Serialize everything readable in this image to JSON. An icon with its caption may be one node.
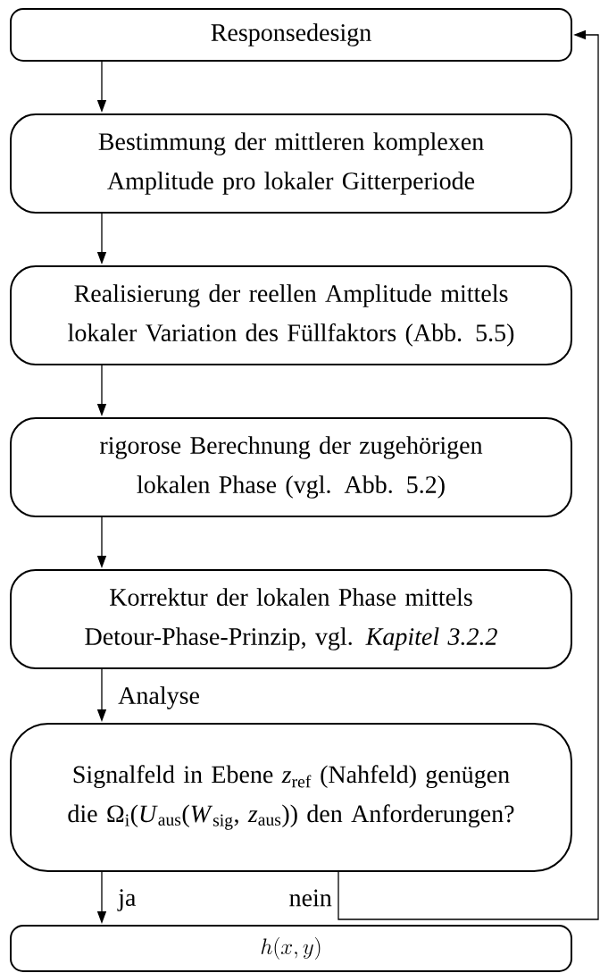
{
  "diagram": {
    "nodes": [
      {
        "text": [
          "Responsedesign"
        ]
      },
      {
        "text": [
          "Bestimmung der mittleren komplexen Amplitude pro lokaler Gitterperiode"
        ]
      },
      {
        "text": [
          "Realisierung der reellen Amplitude mittels lokaler Variation des Füllfaktors (Abb. 5.5)"
        ]
      },
      {
        "text": [
          "rigorose Berechnung der zugehörigen lokalen Phase (vgl. Abb. 5.2)"
        ]
      },
      {
        "text": [
          "Korrektur der lokalen Phase mittels Detour-Phase-Prinzip, vgl. *Kapitel 3.2.2*"
        ]
      },
      {
        "text": [
          "Signalfeld in Ebene *z*$_{ref}$ (Nahfeld) genügen die Ω$_{i}$(*U*$_{aus}$(*W*$_{sig}$, *z*$_{aus}$)) den Anforderungen?"
        ]
      },
      {
        "text": [
          "h(x, y)"
        ]
      }
    ],
    "edges": [
      {
        "from": 0,
        "to": 1,
        "arrow": "to"
      },
      {
        "from": 1,
        "to": 2,
        "arrow": "to"
      },
      {
        "from": 2,
        "to": 3,
        "arrow": "to"
      },
      {
        "from": 3,
        "to": 4,
        "arrow": "to"
      },
      {
        "from": 4,
        "to": 5,
        "arrow": "to",
        "label": "Analyse"
      },
      {
        "from": 5,
        "to": 6,
        "arrow": "to",
        "label": "ja"
      },
      {
        "from": 5,
        "to": 0,
        "arrow": "to",
        "label": "nein"
      }
    ]
  }
}
